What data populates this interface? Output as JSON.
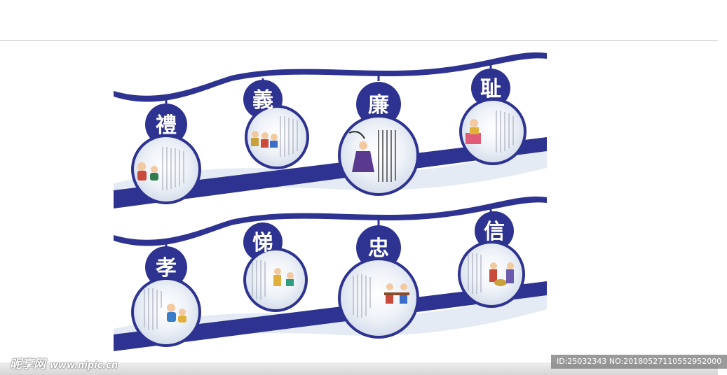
{
  "colors": {
    "navy": "#2e3391",
    "cloud": "#dfe6f1",
    "panel": "#f6f8fc"
  },
  "rows": [
    {
      "medallions": [
        {
          "char": "禮",
          "scene": "kneeling-figures-scene"
        },
        {
          "char": "義",
          "scene": "seated-group-scene"
        },
        {
          "char": "廉",
          "scene": "dancing-official-scene"
        },
        {
          "char": "耻",
          "scene": "seated-officials-scene"
        }
      ]
    },
    {
      "medallions": [
        {
          "char": "孝",
          "scene": "child-elder-scene"
        },
        {
          "char": "悌",
          "scene": "two-elders-scene"
        },
        {
          "char": "忠",
          "scene": "table-scholars-scene"
        },
        {
          "char": "信",
          "scene": "market-scene"
        }
      ]
    }
  ],
  "watermark_left": {
    "site": "昵享网",
    "url": "www.nipic.cn"
  },
  "watermark_right": "ID:25032343 NO:20180527110552952000"
}
